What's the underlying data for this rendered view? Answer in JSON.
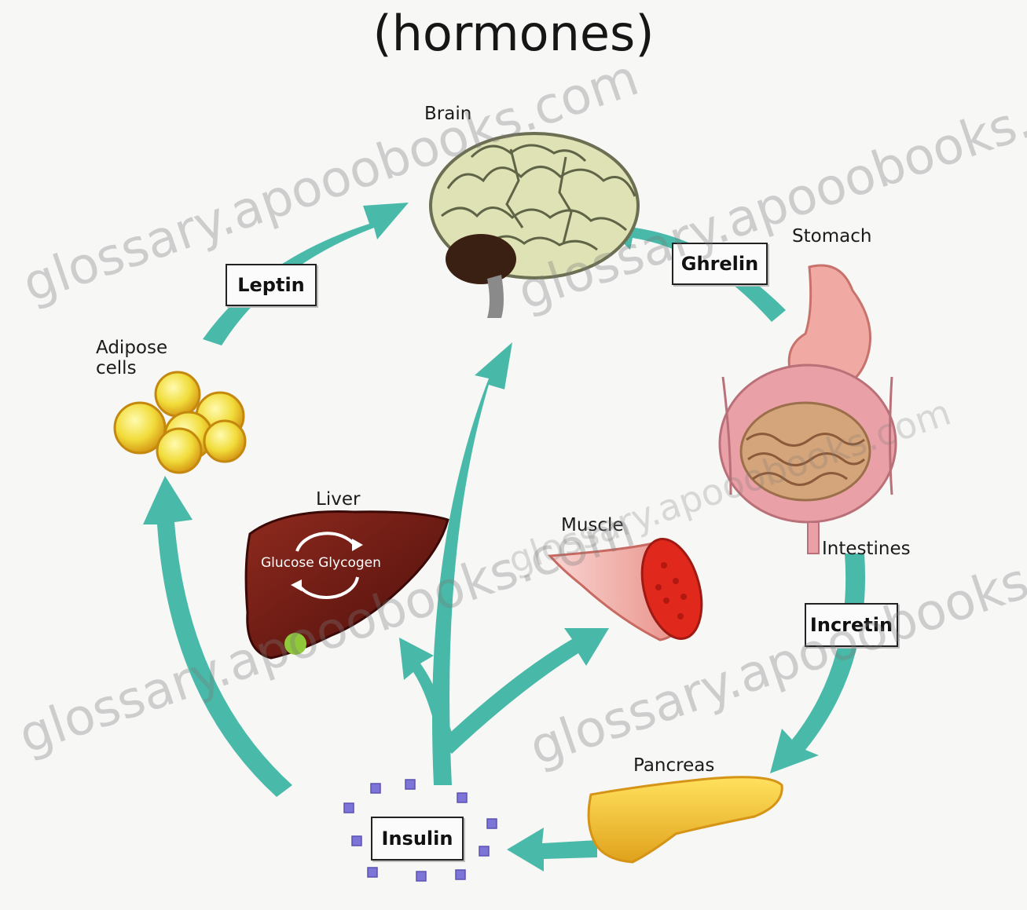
{
  "title": "(hormones)",
  "organs": {
    "brain": "Brain",
    "stomach": "Stomach",
    "intestines": "Intestines",
    "adipose_line1": "Adipose",
    "adipose_line2": "cells",
    "liver": "Liver",
    "muscle": "Muscle",
    "pancreas": "Pancreas"
  },
  "liver_cycle": "Glucose Glycogen",
  "hormones": {
    "leptin": "Leptin",
    "ghrelin": "Ghrelin",
    "incretin": "Incretin",
    "insulin": "Insulin"
  },
  "watermarks": [
    "glossary.apooobooks.com",
    "glossary.apooobooks.com",
    "glossary.apooobooks.com",
    "glossary.apooobooks.com",
    "glossary.apooobooks.com"
  ],
  "colors": {
    "arrow": "#3fb6a4",
    "brain": "#dfe2b5",
    "liver": "#7a1b14",
    "pancreas": "#f2c43c",
    "adipose": "#f1dc3a",
    "insulin_particles": "#7d74d8"
  }
}
